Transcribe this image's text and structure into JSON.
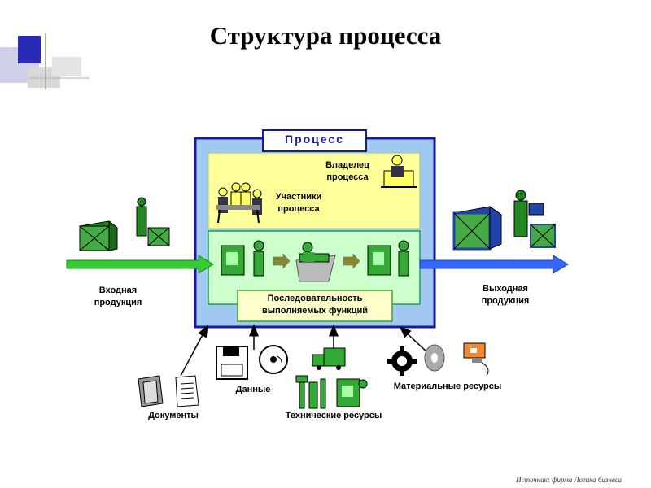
{
  "slide": {
    "title": "Структура процесса",
    "source": "Источник: фирма Логика бизнеса"
  },
  "diagram": {
    "process_header": "Процесс",
    "owner_label": "Владелец\nпроцесса",
    "participants_label": "Участники\nпроцесса",
    "sequence_label": "Последовательность\nвыполняемых функций",
    "input_label": "Входная\nпродукция",
    "output_label": "Выходная\nпродукция",
    "documents_label": "Документы",
    "data_label": "Данные",
    "technical_label": "Технические ресурсы",
    "material_label": "Материальные ресурсы"
  },
  "colors": {
    "process_border": "#1a1aa0",
    "process_fill": "#a0c8f0",
    "yellow_band": "#ffff99",
    "green_band": "#ccffcc",
    "icon_green": "#228822",
    "arrow_green": "#33cc33",
    "arrow_blue": "#3366ff",
    "accent_blue": "#3344cc"
  }
}
